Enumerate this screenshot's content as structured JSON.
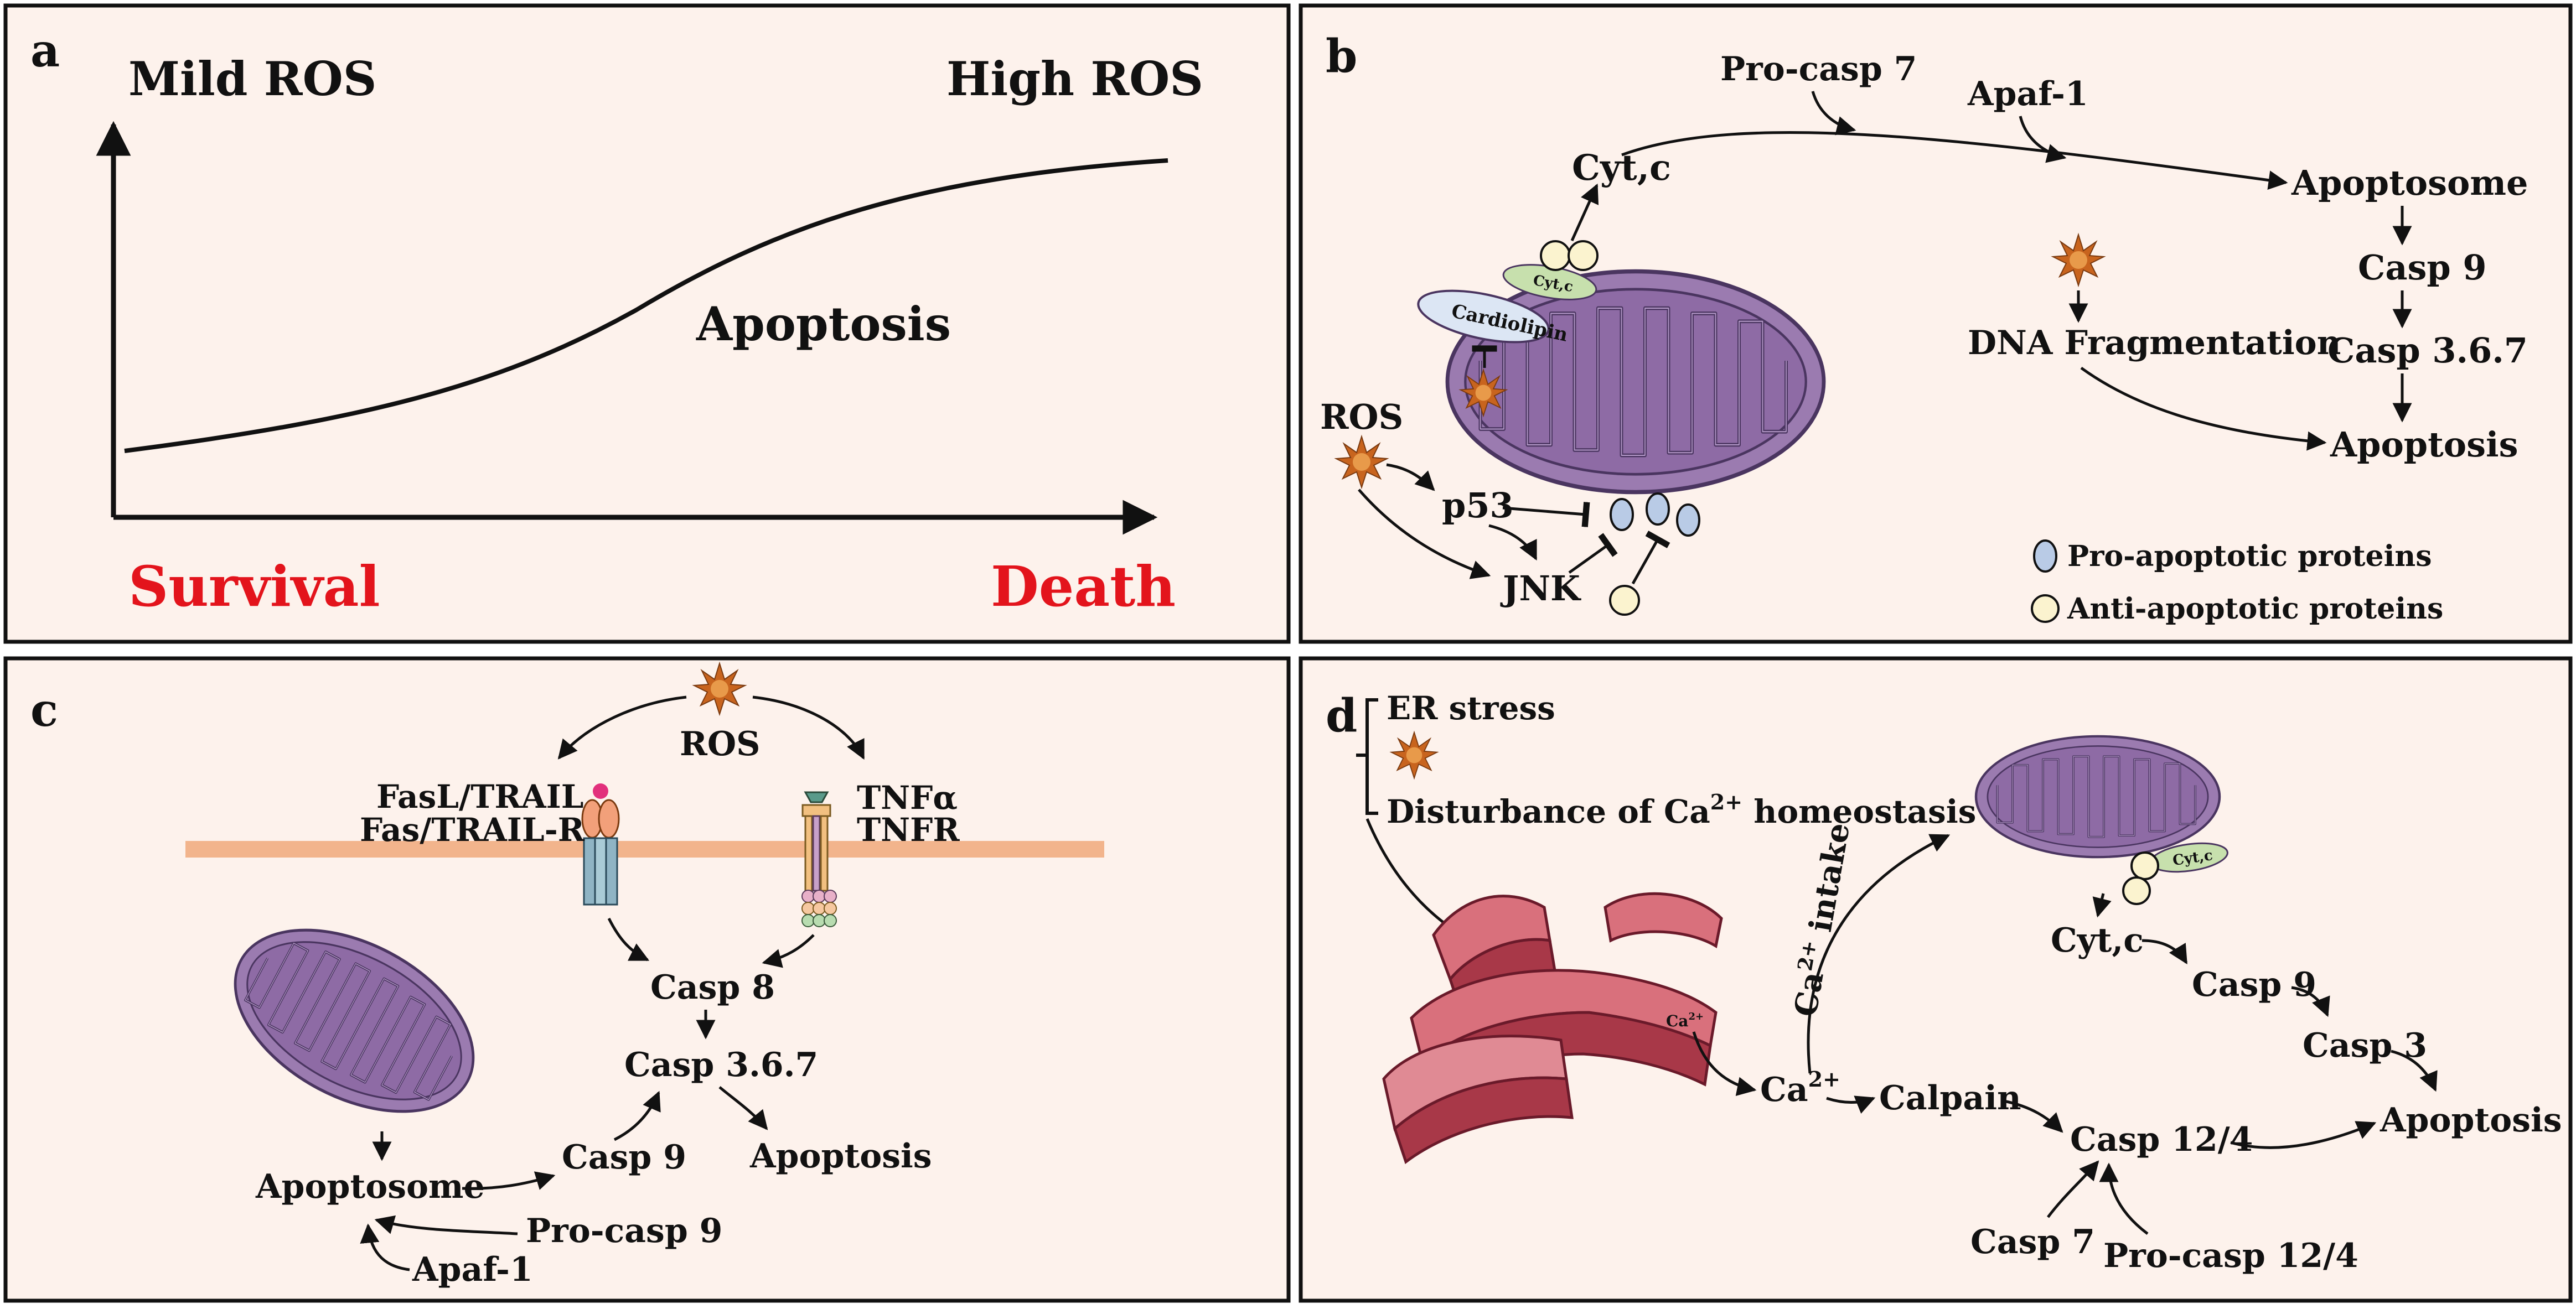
{
  "colors": {
    "panel_bg": "#fdf2ec",
    "panel_border": "#111111",
    "mito_body": "#9b7bb0",
    "mito_outline": "#4a3560",
    "mito_inner": "#b79ccb",
    "ros_star": "#c8641e",
    "membrane": "#f2b48c",
    "pro_apoptotic": "#b9cbe6",
    "anti_apoptotic": "#fbf3cf",
    "er": "#c2505e",
    "accent_red": "#e3141c"
  },
  "panel_a": {
    "label": "a",
    "mild_ros": "Mild ROS",
    "high_ros": "High ROS",
    "curve_label": "Apoptosis",
    "survival": "Survival",
    "death": "Death"
  },
  "panel_b": {
    "label": "b",
    "pro_casp7": "Pro-casp 7",
    "apaf1": "Apaf-1",
    "cytc": "Cyt,c",
    "cytc_small": "Cyt,c",
    "cardiolipin": "Cardiolipin",
    "apoptosome": "Apoptosome",
    "casp9": "Casp 9",
    "casp367": "Casp 3.6.7",
    "apoptosis": "Apoptosis",
    "dna_frag": "DNA Fragmentation",
    "ros": "ROS",
    "p53": "p53",
    "jnk": "JNK",
    "legend_pro": "Pro-apoptotic proteins",
    "legend_anti": "Anti-apoptotic proteins"
  },
  "panel_c": {
    "label": "c",
    "ros": "ROS",
    "fasl": "FasL/TRAIL",
    "fas": "Fas/TRAIL-R",
    "tnfa": "TNFα",
    "tnfr": "TNFR",
    "casp8": "Casp 8",
    "casp367": "Casp 3.6.7",
    "casp9": "Casp 9",
    "apoptosis": "Apoptosis",
    "apoptosome": "Apoptosome",
    "pro_casp9": "Pro-casp 9",
    "apaf1": "Apaf-1"
  },
  "panel_d": {
    "label": "d",
    "er_stress": "ER stress",
    "disturbance": "Disturbance of Ca",
    "disturbance_sup": "2+",
    "disturbance_tail": " homeostasis",
    "ca_intake": "Ca",
    "ca_intake_sup": "2+",
    "ca_intake_tail": " intake",
    "cytc": "Cyt,c",
    "cytc_small": "Cyt,c",
    "casp9": "Casp 9",
    "casp3": "Casp 3",
    "apoptosis": "Apoptosis",
    "ca_in_er": "Ca",
    "ca_in_er_sup": "2+",
    "ca": "Ca",
    "ca_sup": "2+",
    "calpain": "Calpain",
    "casp124": "Casp 12/4",
    "casp7": "Casp 7",
    "pro_casp124": "Pro-casp 12/4"
  }
}
